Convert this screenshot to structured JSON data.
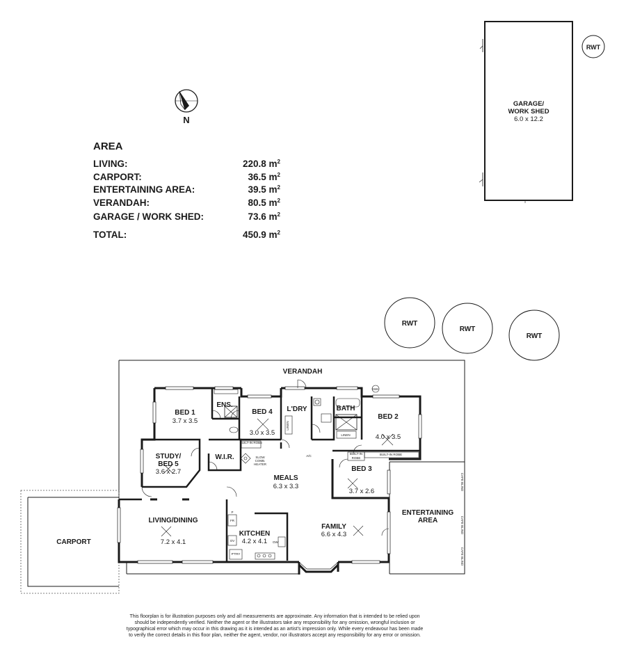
{
  "area": {
    "title": "AREA",
    "rows": [
      {
        "label": "LIVING:",
        "value": "220.8",
        "unit": "m",
        "sup": "2"
      },
      {
        "label": "CARPORT:",
        "value": "36.5",
        "unit": "m",
        "sup": "2"
      },
      {
        "label": "ENTERTAINING AREA:",
        "value": "39.5",
        "unit": "m",
        "sup": "2"
      },
      {
        "label": "VERANDAH:",
        "value": "80.5",
        "unit": "m",
        "sup": "2"
      },
      {
        "label": "GARAGE / WORK SHED:",
        "value": "73.6",
        "unit": "m",
        "sup": "2"
      }
    ],
    "total": {
      "label": "TOTAL:",
      "value": "450.9",
      "unit": "m",
      "sup": "2"
    }
  },
  "compass": {
    "label": "N"
  },
  "garage": {
    "name_line1": "GARAGE/",
    "name_line2": "WORK SHED",
    "size": "6.0 x 12.2"
  },
  "rwt_label": "RWT",
  "rooms": {
    "verandah": "VERANDAH",
    "bed1": {
      "name": "BED 1",
      "size": "3.7 x 3.5"
    },
    "ens": "ENS.",
    "bed4": {
      "name": "BED 4",
      "size": "3.0 x 3.5"
    },
    "ldry": "L'DRY",
    "bath": "BATH",
    "bed2": {
      "name": "BED 2",
      "size": "4.0 x 3.5"
    },
    "study": {
      "name_line1": "STUDY/",
      "name_line2": "BED 5",
      "size": "3.6 x 2.7"
    },
    "wir": "W.I.R.",
    "meals": {
      "name": "MEALS",
      "size": "6.3 x 3.3"
    },
    "bed3": {
      "name": "BED 3",
      "size": "3.7 x 2.6"
    },
    "living": {
      "name": "LIVING/DINING",
      "size": "7.2 x 4.1"
    },
    "kitchen": {
      "name": "KITCHEN",
      "size": "4.2 x 4.1"
    },
    "family": {
      "name": "FAMILY",
      "size": "6.6 x 4.3"
    },
    "carport": "CARPORT",
    "entertaining": {
      "line1": "ENTERTAINING",
      "line2": "AREA"
    }
  },
  "fixtures": {
    "built_in_robe": "BUILT-IN ROBE",
    "built_in": "BUILT-IN",
    "robe": "ROBE",
    "linen": "LINEN",
    "slow_line1": "SLOW",
    "slow_line2": "COMB.",
    "slow_line3": "HEATER",
    "ac": "A/C",
    "swh": "SWH",
    "fr": "FR",
    "ov": "OV",
    "dw": "DW",
    "ptry": "P'TRY",
    "p": "P",
    "cafe_blind": "CAFE BLIND"
  },
  "disclaimer": [
    "This floorplan is for illustration purposes only and all measurements are approximate. Any information that is intended to be relied upon",
    "should be independently verified. Neither the agent or the illustrators take any responsibility for any omission, wrongful inclusion or",
    "typographical error which may occur in this drawing as it is intended as an artist's impression only. While every endeavour has been made",
    "to verify the correct details in this floor plan, neither the agent, vendor, nor illustrators accept any responsibility for any error or omission."
  ]
}
